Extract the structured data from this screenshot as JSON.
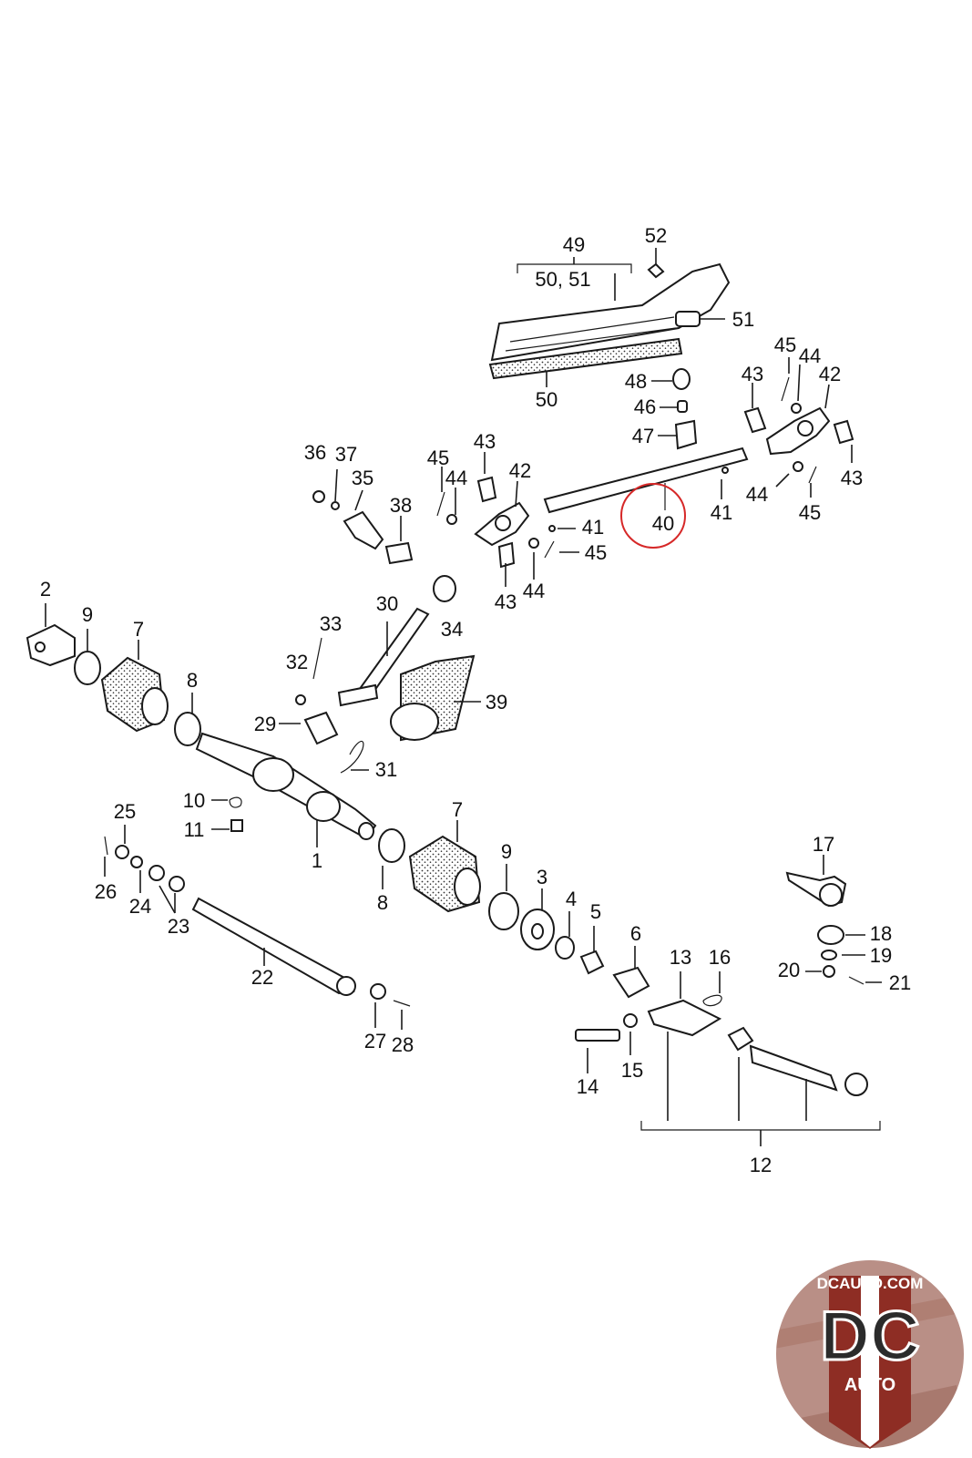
{
  "labels": {
    "1": "1",
    "2": "2",
    "3": "3",
    "4": "4",
    "5": "5",
    "6": "6",
    "7a": "7",
    "7b": "7",
    "8a": "8",
    "8b": "8",
    "9a": "9",
    "9b": "9",
    "10": "10",
    "11": "11",
    "12": "12",
    "13": "13",
    "14": "14",
    "15": "15",
    "16": "16",
    "17": "17",
    "18": "18",
    "19": "19",
    "20": "20",
    "21": "21",
    "22": "22",
    "23": "23",
    "24": "24",
    "25": "25",
    "26": "26",
    "27": "27",
    "28": "28",
    "29": "29",
    "30": "30",
    "31": "31",
    "32": "32",
    "33": "33",
    "34": "34",
    "35": "35",
    "36": "36",
    "37": "37",
    "38": "38",
    "39": "39",
    "40": "40",
    "41a": "41",
    "41b": "41",
    "42a": "42",
    "42b": "42",
    "43a": "43",
    "43b": "43",
    "43c": "43",
    "43d": "43",
    "44a": "44",
    "44b": "44",
    "44c": "44",
    "44d": "44",
    "45a": "45",
    "45b": "45",
    "45c": "45",
    "45d": "45",
    "46": "46",
    "47": "47",
    "48": "48",
    "49": "49",
    "5051": "50, 51",
    "50": "50",
    "51": "51",
    "52": "52"
  },
  "highlight": {
    "part": "40",
    "color": "#d62828"
  },
  "logo": {
    "url_text": "DCAUTO.COM",
    "mark": "DC",
    "sub": "AUTO",
    "colors": {
      "ring": "#c8a49c",
      "inner": "#8e2d24",
      "red": "#c0392b",
      "dark": "#2b2b2b"
    }
  }
}
